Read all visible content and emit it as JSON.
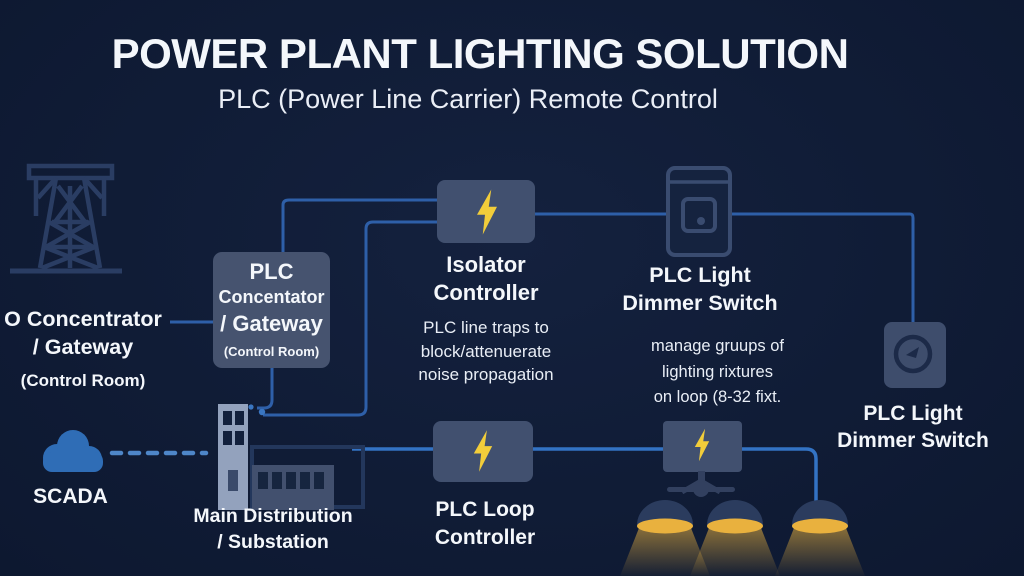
{
  "header": {
    "title": "POWER PLANT LIGHTING SOLUTION",
    "subtitle": "PLC (Power Line Carrier) Remote Control"
  },
  "nodes": {
    "left_gateway": {
      "line1": "O Concentrator",
      "line2": "/ Gateway",
      "note": "(Control Room)"
    },
    "plc_gateway_box": {
      "line1": "PLC",
      "line2": "Concentator",
      "line3": "/ Gateway",
      "note": "(Control Room)"
    },
    "isolator": {
      "title_line1": "Isolator",
      "title_line2": "Controller",
      "desc_line1": "PLC line traps to",
      "desc_line2": "block/attenuerate",
      "desc_line3": "noise propagation"
    },
    "dimmer_top": {
      "title_line1": "PLC Light",
      "title_line2": "Dimmer Switch",
      "desc_line1": "manage gruups of",
      "desc_line2": "lighting rixtures",
      "desc_line3": "on loop (8-32 fixt."
    },
    "dimmer_right": {
      "title_line1": "PLC Light",
      "title_line2": "Dimmer Switch"
    },
    "scada": {
      "label": "SCADA"
    },
    "substation": {
      "line1": "Main Distribution",
      "line2": "/ Substation"
    },
    "loop_controller": {
      "line1": "PLC Loop",
      "line2": "Controller"
    }
  },
  "icons": [
    "transmission-tower-icon",
    "cloud-icon",
    "substation-building-icon",
    "lightning-bolt-icon",
    "smart-panel-icon",
    "dimmer-dial-icon",
    "monitor-icon",
    "pendant-lamp-icon"
  ],
  "colors": {
    "background": "#101c36",
    "node_box": "#41506f",
    "connector_blue": "#2e5fa8",
    "connector_bright_blue": "#3373c4",
    "dashed_link_blue": "#4e86c8",
    "bolt_yellow": "#f2cd3a",
    "lamp_yellow": "#e9b13e",
    "cloud_blue": "#2f6db6",
    "building_light": "#93a2bd",
    "outline_icon_stroke": "#2a3d63",
    "text_white": "#f4f7fb"
  }
}
